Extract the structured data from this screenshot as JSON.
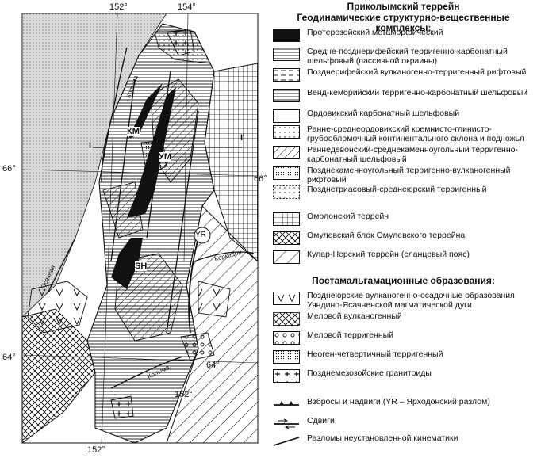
{
  "map": {
    "lon_labels_top": [
      "152°",
      "154°"
    ],
    "lon_labels_bottom": [
      "152°",
      "152°"
    ],
    "lat_labels_left": [
      "66°",
      "64°"
    ],
    "lat_labels_right": [
      "66°",
      "64°"
    ],
    "labels": {
      "km": "КМ",
      "ym": "УМ",
      "sh": "SH",
      "yr": "YR",
      "i_left": "I",
      "i_right": "I'",
      "river_kolyma": "Колыма",
      "river_kolyma2": "Колыма",
      "river_yasachnaya": "Ясачная",
      "river_korkodon": "Коркодон"
    }
  },
  "legend": {
    "title_line1": "Приколымский террейн",
    "title_line2": "Геодинамические структурно-вещественные комплексы:",
    "items": [
      {
        "text": "Протерозойский метаморфический"
      },
      {
        "text": "Средне-позднерифейский терригенно-карбонатный шельфовый (пассивной окраины)"
      },
      {
        "text": "Позднерифейский вулканогенно-терригенный рифтовый"
      },
      {
        "text": "Венд-кембрийский терригенно-карбонатный шельфовый"
      },
      {
        "text": "Ордовикский карбонатный шельфовый"
      },
      {
        "text": "Ранне-среднеордовикский кремнисто-глинисто-грубообломочный континентального склона и подножья"
      },
      {
        "text": "Раннедевонский-среднекаменноугольный терригенно-карбонатный шельфовый"
      },
      {
        "text": "Позднекаменноугольный терригенно-вулканогенный рифтовый"
      },
      {
        "text": "Позднетриасовый-среднеюрский терригенный"
      }
    ],
    "terranes": [
      {
        "text": "Омолонский террейн"
      },
      {
        "text": "Омулевский блок Омулевского террейна"
      },
      {
        "text": "Кулар-Нерский террейн (сланцевый пояс)"
      }
    ],
    "post_title": "Постамальгамационные образования:",
    "post_items": [
      {
        "text": "Позднеюрские вулканогенно-осадочные образования Уяндино-Ясачненской магматической дуги"
      },
      {
        "text": "Меловой вулканогенный"
      },
      {
        "text": "Меловой терригенный"
      },
      {
        "text": "Неоген-четвертичный терригенный"
      },
      {
        "text": "Позднемезозойские гранитоиды"
      }
    ],
    "symbols": [
      {
        "text": "Взбросы и надвиги (YR – Ярходонский разлом)"
      },
      {
        "text": "Сдвиги"
      },
      {
        "text": "Разломы неустановленной кинематики"
      }
    ]
  }
}
